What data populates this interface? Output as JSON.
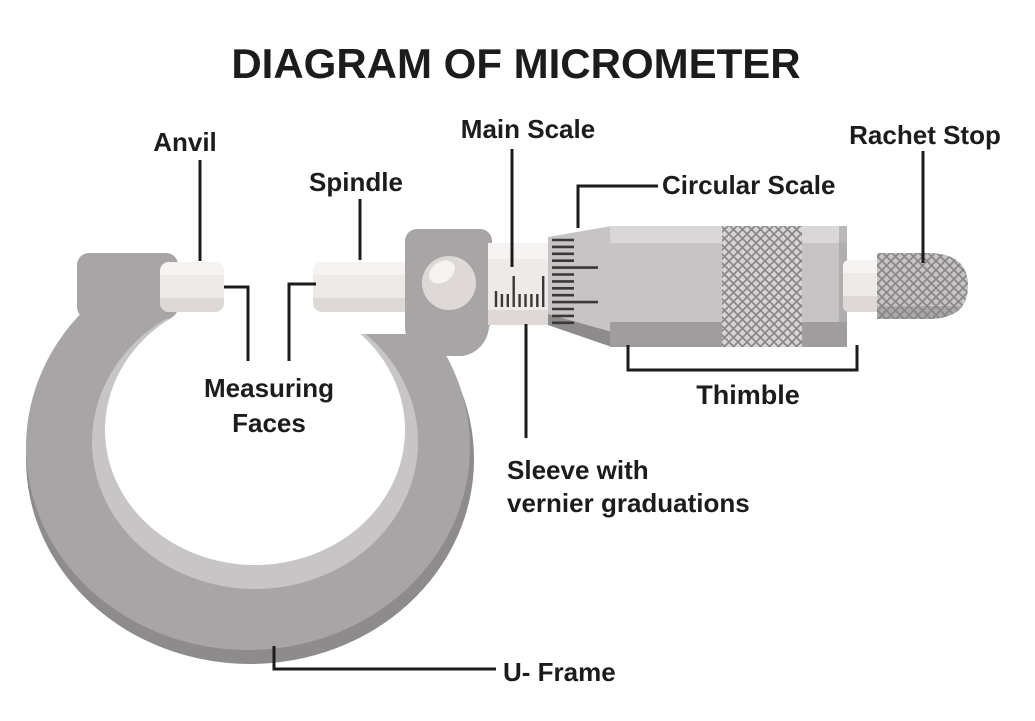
{
  "title": "DIAGRAM OF MICROMETER",
  "labels": {
    "anvil": "Anvil",
    "spindle": "Spindle",
    "main_scale": "Main Scale",
    "circular_scale": "Circular Scale",
    "rachet_stop": "Rachet Stop",
    "thimble": "Thimble",
    "sleeve_line1": "Sleeve with",
    "sleeve_line2": "vernier graduations",
    "measuring_faces_line1": "Measuring",
    "measuring_faces_line2": "Faces",
    "u_frame": "U- Frame"
  },
  "colors": {
    "ink": "#1d1b1c",
    "frame": "#a8a5a6",
    "frame_highlight": "#c7c5c6",
    "frame_shadow": "#8e8b8c",
    "metal": "#edeae8",
    "metal_highlight": "#f6f4f3",
    "metal_shadow": "#ded9d7",
    "thimble": "#c6c4c5",
    "thimble_highlight": "#d9d7d8",
    "thimble_shadow": "#a09d9e",
    "knurl_background": "#d7d4d5",
    "knurl_line": "#8a8788"
  },
  "scale_marks": {
    "main_scale_tick_count": 9,
    "circular_scale_tick_count": 13
  }
}
